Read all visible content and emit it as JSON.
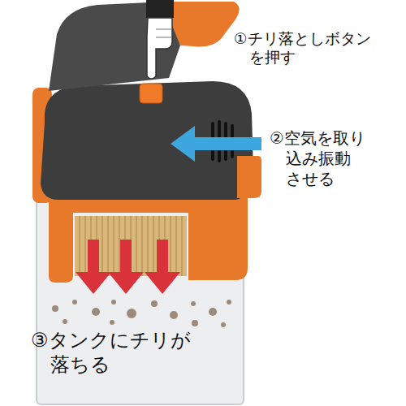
{
  "diagram": {
    "labels": [
      "①チリ落としボタン を押す",
      "②空気を取り 込み振動 させる",
      "③タンクにチリが 落ちる"
    ]
  }
}
